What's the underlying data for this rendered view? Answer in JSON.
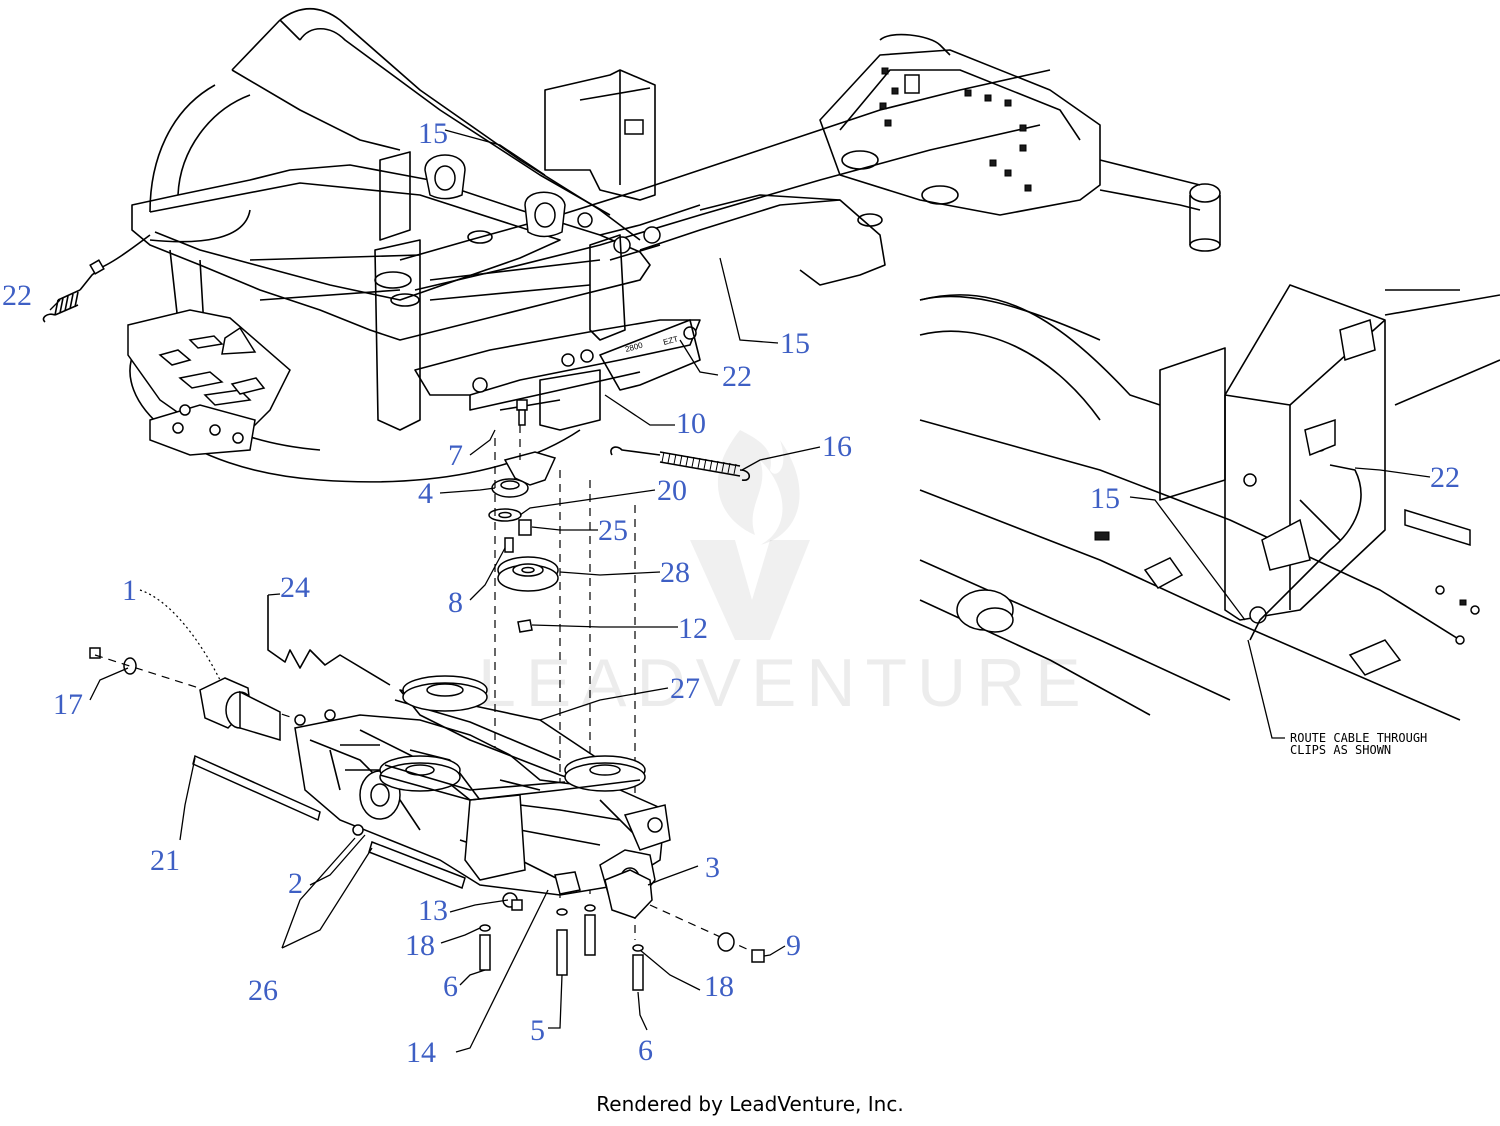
{
  "diagram": {
    "callouts": {
      "c1": "1",
      "c2": "2",
      "c3": "3",
      "c4": "4",
      "c5": "5",
      "c6a": "6",
      "c6b": "6",
      "c7": "7",
      "c8": "8",
      "c9": "9",
      "c10": "10",
      "c12": "12",
      "c13": "13",
      "c14": "14",
      "c15a": "15",
      "c15b": "15",
      "c15c": "15",
      "c16": "16",
      "c17": "17",
      "c18a": "18",
      "c18b": "18",
      "c20": "20",
      "c21": "21",
      "c22a": "22",
      "c22b": "22",
      "c22c": "22",
      "c24": "24",
      "c25": "25",
      "c26": "26",
      "c27": "27",
      "c28": "28"
    },
    "note_line1": "ROUTE CABLE THROUGH",
    "note_line2": "CLIPS AS SHOWN",
    "frame_labels": {
      "model": "2800",
      "brand": "EZT"
    },
    "watermark": "LEADVENTURE"
  },
  "footer": "Rendered by LeadVenture, Inc.",
  "colors": {
    "callout": "#3e5fc4",
    "line": "#000000",
    "background": "#ffffff"
  }
}
